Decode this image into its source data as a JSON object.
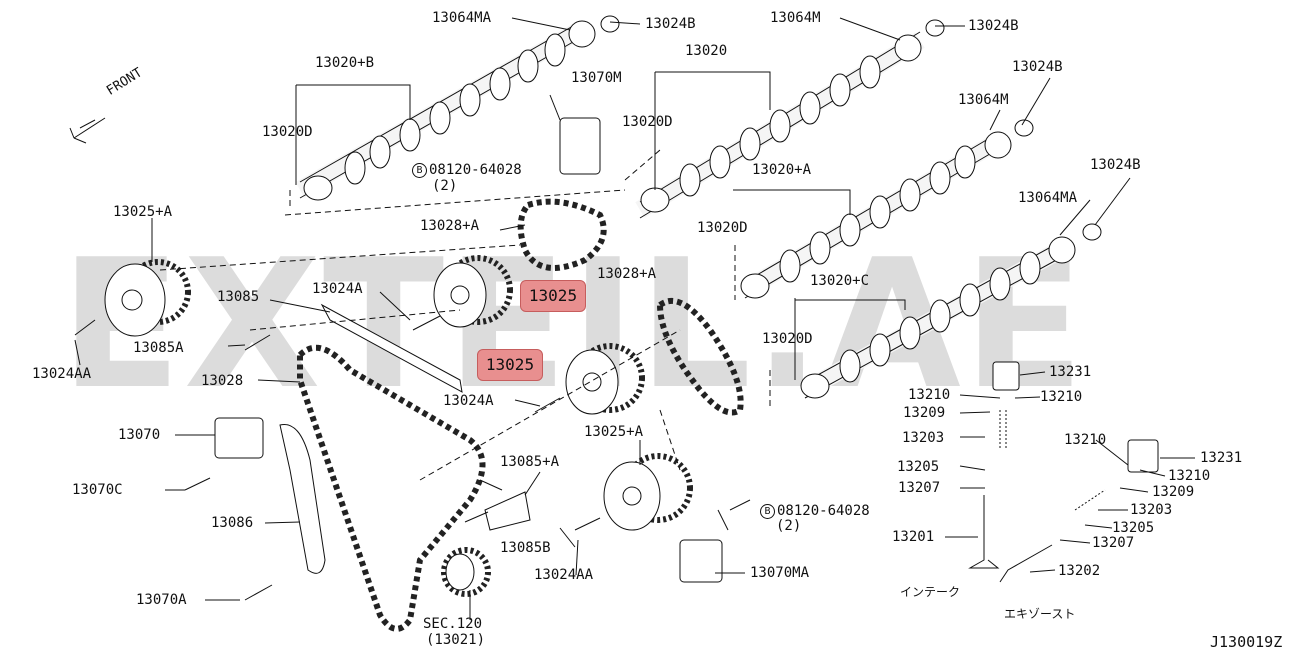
{
  "watermark": "EXTEIL.AE",
  "front_label": "FRONT",
  "diagram_id": "J130019Z",
  "highlighted": [
    "13025",
    "13025"
  ],
  "labels": {
    "l1": "13064MA",
    "l2": "13024B",
    "l3": "13064M",
    "l4": "13024B",
    "l5": "13020+B",
    "l6": "13070M",
    "l7": "13020",
    "l8": "13024B",
    "l9": "13020D",
    "l10": "13064M",
    "l11": "08120-64028",
    "l12": "(2)",
    "l13": "13020D",
    "l14": "13020+A",
    "l15": "13024B",
    "l16": "13025+A",
    "l17": "13028+A",
    "l18": "13064MA",
    "l19": "13020D",
    "l20": "13028+A",
    "l21": "13085",
    "l22": "13024A",
    "l23": "13020+C",
    "l24": "13085A",
    "l25": "13020D",
    "l26": "13028",
    "l27": "13024AA",
    "l28": "13231",
    "l29": "13210",
    "l30": "13210",
    "l31": "13024A",
    "l32": "13209",
    "l33": "13070",
    "l34": "13025+A",
    "l35": "13203",
    "l36": "13210",
    "l37": "13231",
    "l38": "13085+A",
    "l39": "13205",
    "l40": "13210",
    "l41": "13070C",
    "l42": "13207",
    "l43": "13209",
    "l44": "08120-64028",
    "l45": "13203",
    "l46": "(2)",
    "l47": "13086",
    "l48": "13205",
    "l49": "13201",
    "l50": "13085B",
    "l51": "13207",
    "l52": "13024AA",
    "l53": "13070MA",
    "l54": "13202",
    "l55": "13070A",
    "l56": "SEC.120",
    "l57": "(13021)",
    "l58": "インテーク",
    "l59": "エキゾースト"
  },
  "bolt_badge": "B"
}
